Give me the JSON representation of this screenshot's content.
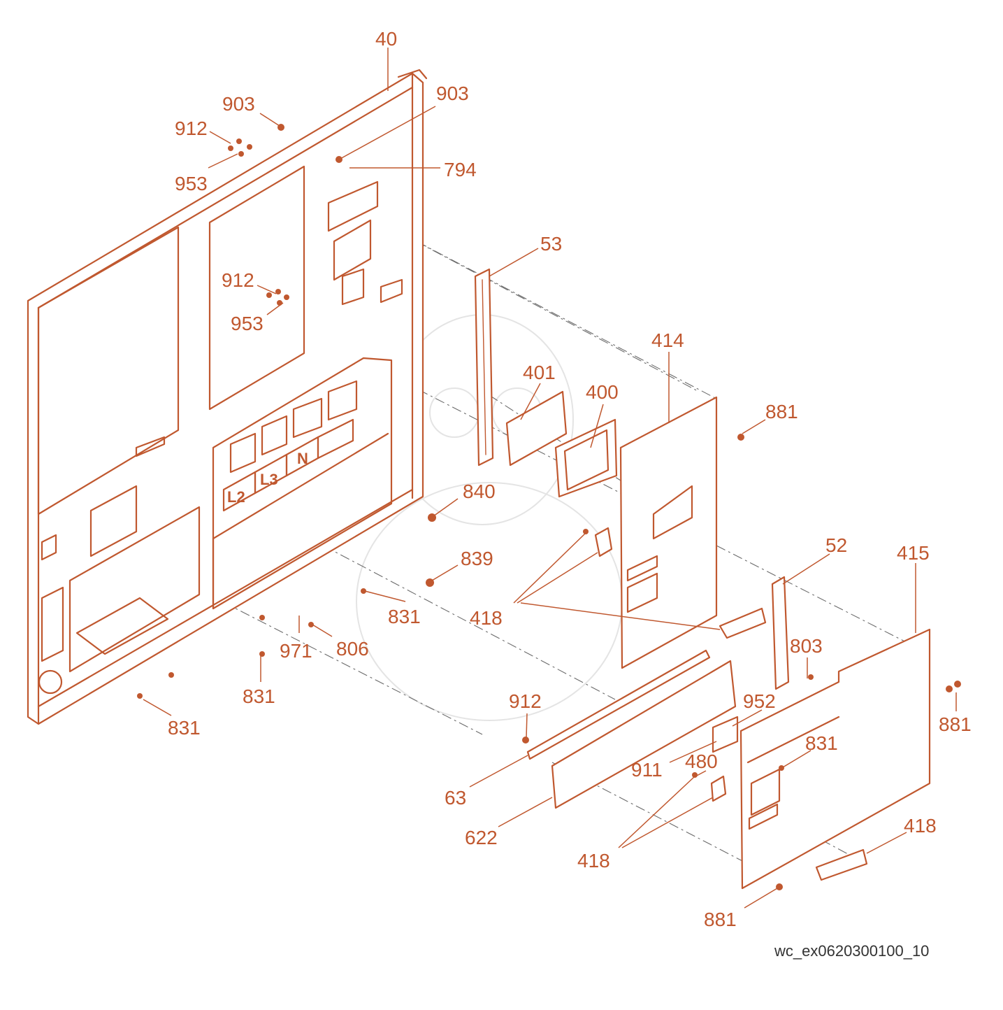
{
  "labels": [
    {
      "text": "40"
    },
    {
      "text": "903"
    },
    {
      "text": "903"
    },
    {
      "text": "912"
    },
    {
      "text": "953"
    },
    {
      "text": "794"
    },
    {
      "text": "53"
    },
    {
      "text": "912"
    },
    {
      "text": "953"
    },
    {
      "text": "414"
    },
    {
      "text": "401"
    },
    {
      "text": "400"
    },
    {
      "text": "881"
    },
    {
      "text": "840"
    },
    {
      "text": "839"
    },
    {
      "text": "52"
    },
    {
      "text": "415"
    },
    {
      "text": "418"
    },
    {
      "text": "831"
    },
    {
      "text": "971"
    },
    {
      "text": "806"
    },
    {
      "text": "803"
    },
    {
      "text": "831"
    },
    {
      "text": "831"
    },
    {
      "text": "912"
    },
    {
      "text": "952"
    },
    {
      "text": "881"
    },
    {
      "text": "831"
    },
    {
      "text": "911"
    },
    {
      "text": "480"
    },
    {
      "text": "63"
    },
    {
      "text": "622"
    },
    {
      "text": "418"
    },
    {
      "text": "418"
    },
    {
      "text": "881"
    }
  ],
  "terminals": [
    "L2",
    "L3",
    "N"
  ],
  "footer_code": "wc_ex0620300100_10",
  "colors": {
    "line": "#c0582f",
    "dash": "#6b6b6b",
    "code_text": "#333333",
    "background": "#ffffff"
  }
}
